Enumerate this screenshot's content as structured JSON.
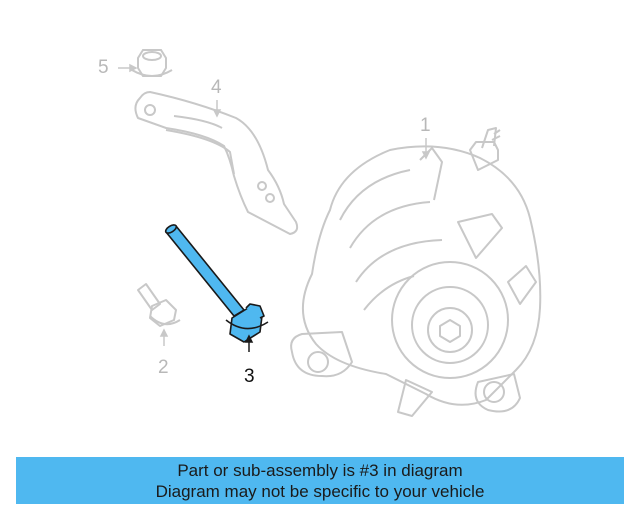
{
  "callouts": {
    "c1": "1",
    "c2": "2",
    "c3": "3",
    "c4": "4",
    "c5": "5"
  },
  "highlight_part": "3",
  "colors": {
    "highlight": "#4fb8f0",
    "outline": "#c8c8c8",
    "banner": "#4fb8f0"
  },
  "banner": {
    "line1": "Part or sub-assembly is #3 in diagram",
    "line2": "Diagram may not be specific to your vehicle"
  }
}
